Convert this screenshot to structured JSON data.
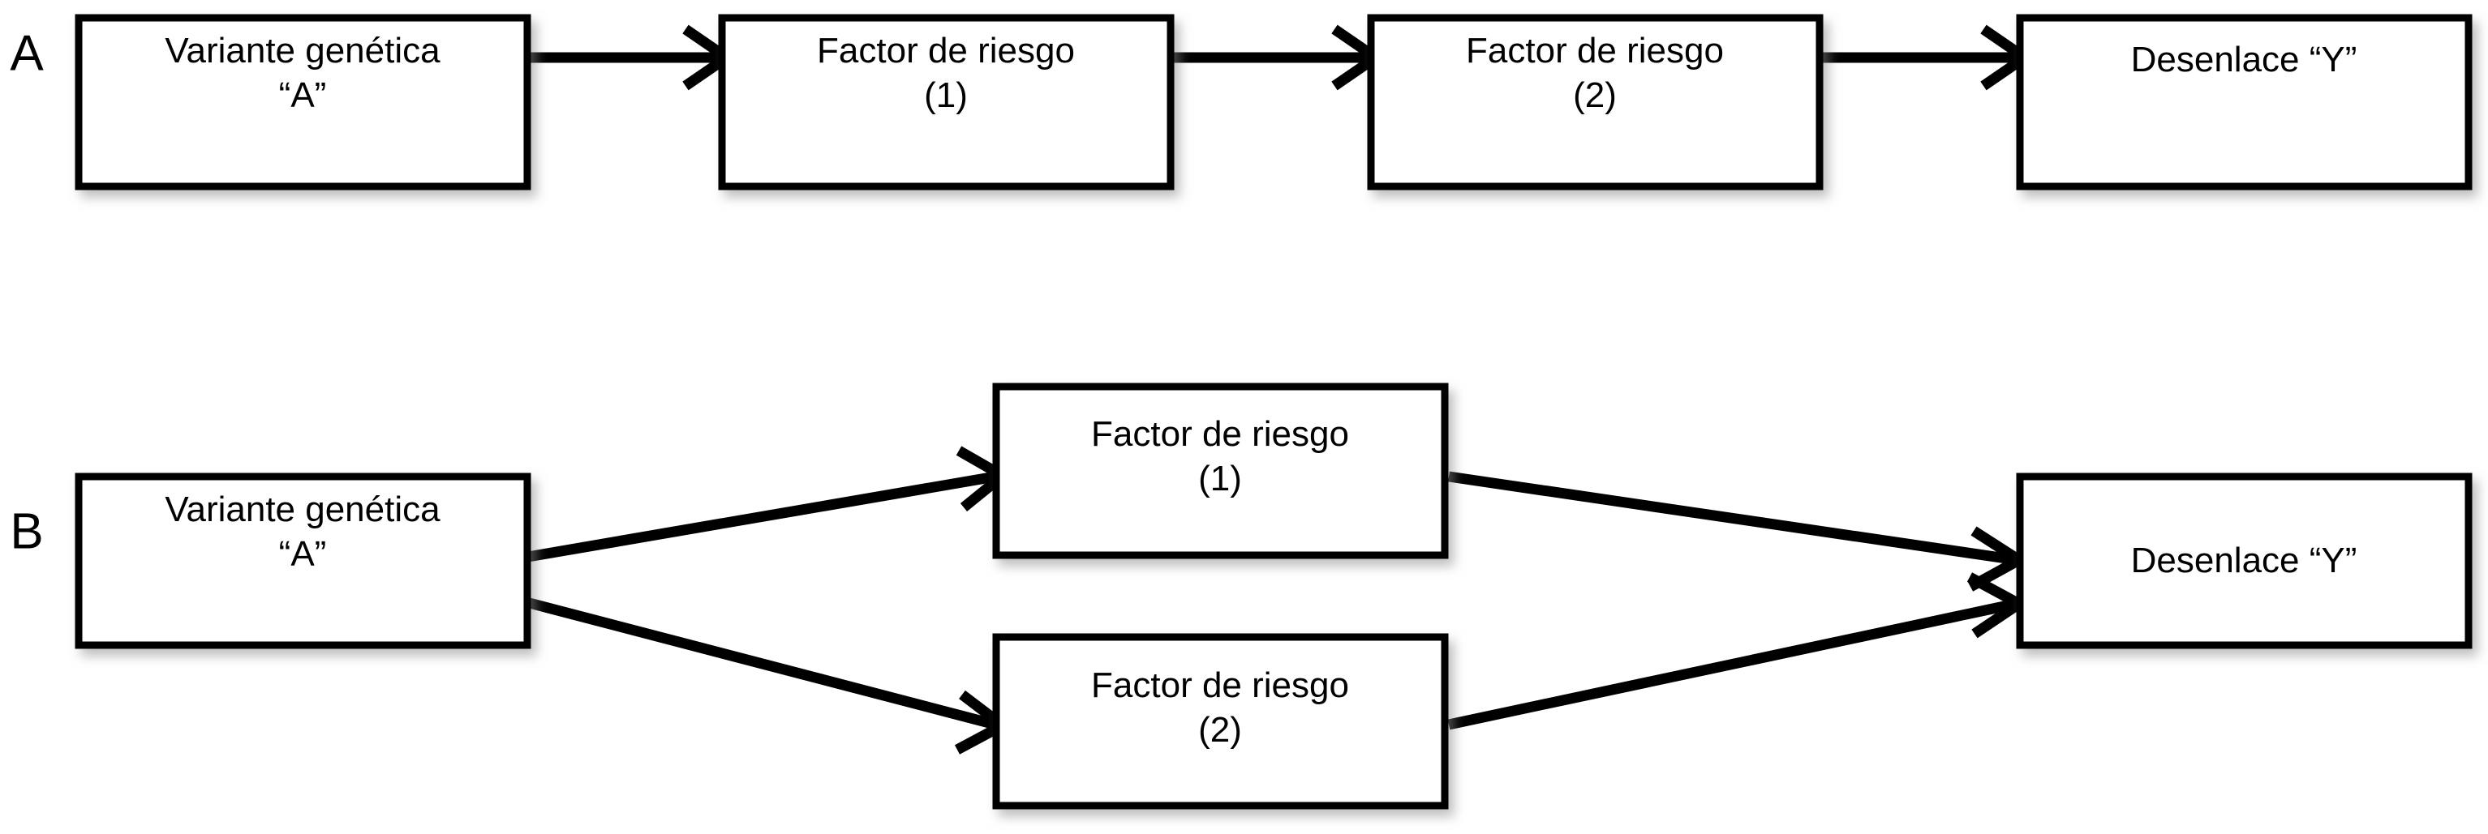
{
  "figure": {
    "type": "flow-diagram",
    "background_color": "#ffffff",
    "line_color": "#000000",
    "box_fill_color": "#ffffff",
    "language": "es"
  },
  "panels": [
    {
      "id": "A",
      "label": "A",
      "layout": "linear-chain",
      "nodes": [
        {
          "id": "a-variant",
          "line1": "Variante genética",
          "line2": "“A”"
        },
        {
          "id": "a-risk-1",
          "line1": "Factor de riesgo",
          "line2": "(1)"
        },
        {
          "id": "a-risk-2",
          "line1": "Factor de riesgo",
          "line2": "(2)"
        },
        {
          "id": "a-outcome",
          "line1": "Desenlace “Y”",
          "line2": ""
        }
      ],
      "edges": [
        {
          "from": "a-variant",
          "to": "a-risk-1"
        },
        {
          "from": "a-risk-1",
          "to": "a-risk-2"
        },
        {
          "from": "a-risk-2",
          "to": "a-outcome"
        }
      ]
    },
    {
      "id": "B",
      "label": "B",
      "layout": "parallel-mediators",
      "nodes": [
        {
          "id": "b-variant",
          "line1": "Variante genética",
          "line2": "“A”"
        },
        {
          "id": "b-risk-1",
          "line1": "Factor de riesgo",
          "line2": "(1)"
        },
        {
          "id": "b-risk-2",
          "line1": "Factor de riesgo",
          "line2": "(2)"
        },
        {
          "id": "b-outcome",
          "line1": "Desenlace “Y”",
          "line2": ""
        }
      ],
      "edges": [
        {
          "from": "b-variant",
          "to": "b-risk-1"
        },
        {
          "from": "b-variant",
          "to": "b-risk-2"
        },
        {
          "from": "b-risk-1",
          "to": "b-outcome"
        },
        {
          "from": "b-risk-2",
          "to": "b-outcome"
        }
      ]
    }
  ]
}
